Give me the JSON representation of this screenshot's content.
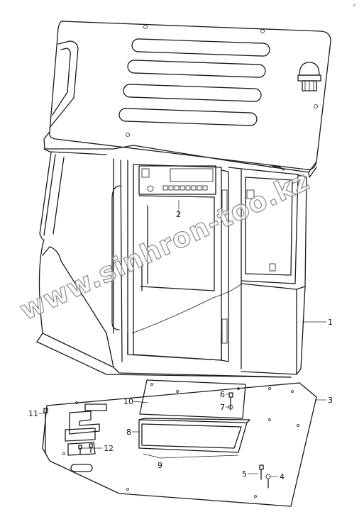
{
  "corner_mark": "sP",
  "watermark": "www.sinhron-too.kz",
  "callouts": {
    "c1": "1",
    "c2": "2",
    "c3": "3",
    "c4": "4",
    "c5": "5",
    "c6": "6",
    "c7": "7",
    "c8": "8",
    "c9": "9",
    "c10": "10",
    "c11": "11",
    "c12": "12"
  }
}
